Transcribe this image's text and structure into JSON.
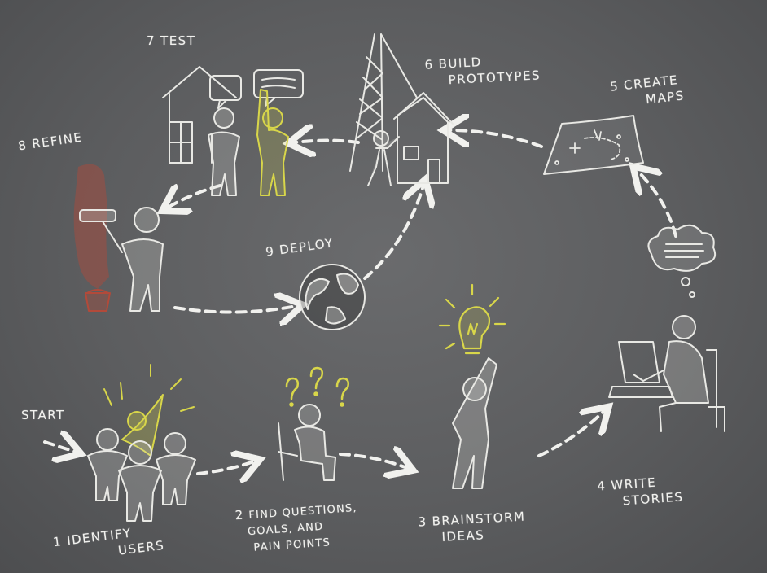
{
  "diagram": {
    "start_label": "START",
    "steps": [
      {
        "number": "1",
        "lines": [
          "IDENTIFY",
          "USERS"
        ]
      },
      {
        "number": "2",
        "lines": [
          "FIND QUESTIONS,",
          "GOALS, AND",
          "PAIN POINTS"
        ]
      },
      {
        "number": "3",
        "lines": [
          "BRAINSTORM",
          "IDEAS"
        ]
      },
      {
        "number": "4",
        "lines": [
          "WRITE",
          "STORIES"
        ]
      },
      {
        "number": "5",
        "lines": [
          "CREATE",
          "MAPS"
        ]
      },
      {
        "number": "6",
        "lines": [
          "BUILD",
          "PROTOTYPES"
        ]
      },
      {
        "number": "7",
        "lines": [
          "TEST"
        ]
      },
      {
        "number": "8",
        "lines": [
          "REFINE"
        ]
      },
      {
        "number": "9",
        "lines": [
          "DEPLOY"
        ]
      }
    ]
  },
  "colors": {
    "board": "#5c5d5f",
    "chalk_white": "#f1f1ee",
    "chalk_yellow": "#d8d64a",
    "chalk_red": "#b24a3a"
  }
}
